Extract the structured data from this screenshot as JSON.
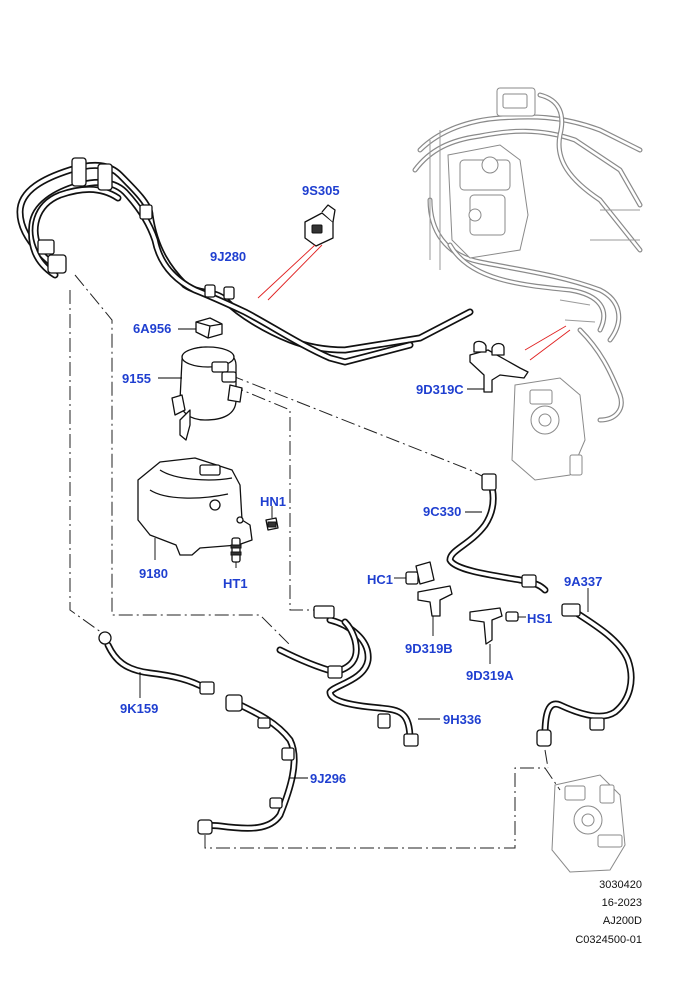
{
  "callouts": {
    "p9S305": "9S305",
    "p9J280": "9J280",
    "p6A956": "6A956",
    "p9155": "9155",
    "p9D319C": "9D319C",
    "p9C330": "9C330",
    "pHN1": "HN1",
    "p9180": "9180",
    "pHT1": "HT1",
    "pHC1": "HC1",
    "p9A337": "9A337",
    "pHS1": "HS1",
    "p9D319B": "9D319B",
    "p9D319A": "9D319A",
    "p9K159": "9K159",
    "p9H336": "9H336",
    "p9J296": "9J296"
  },
  "meta": {
    "line1": "3030420",
    "line2": "16-2023",
    "line3": "AJ200D",
    "line4": "C0324500-01"
  },
  "colors": {
    "callout": "#1f3fd0",
    "leader_red": "#e02020",
    "line": "#111111",
    "ghost": "#8a8a8a"
  }
}
